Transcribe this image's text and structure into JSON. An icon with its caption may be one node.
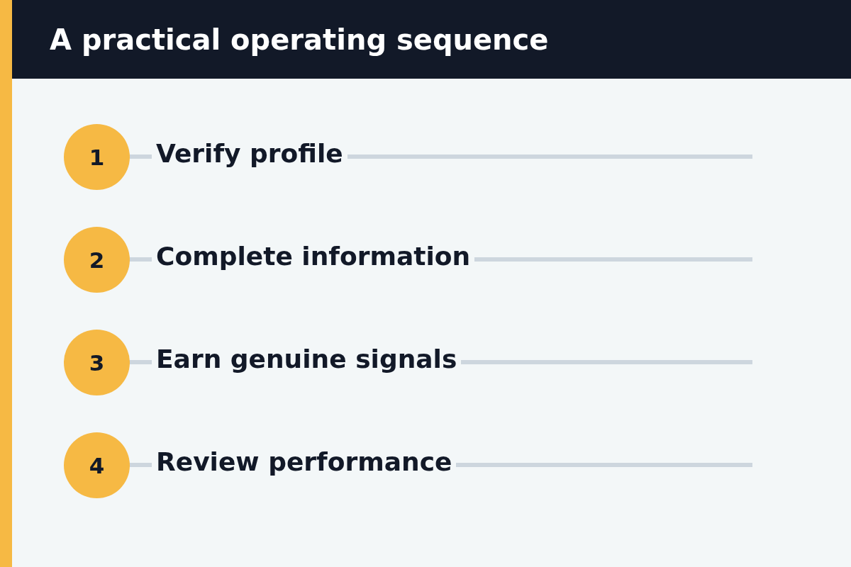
{
  "diagram": {
    "title": "A practical operating sequence",
    "nodes": [
      {
        "text": [
          "1"
        ],
        "beside": [
          "Verify profile"
        ]
      },
      {
        "text": [
          "2"
        ],
        "beside": [
          "Complete information"
        ]
      },
      {
        "text": [
          "3"
        ],
        "beside": [
          "Earn genuine signals"
        ]
      },
      {
        "text": [
          "4"
        ],
        "beside": [
          "Review performance"
        ]
      }
    ]
  }
}
